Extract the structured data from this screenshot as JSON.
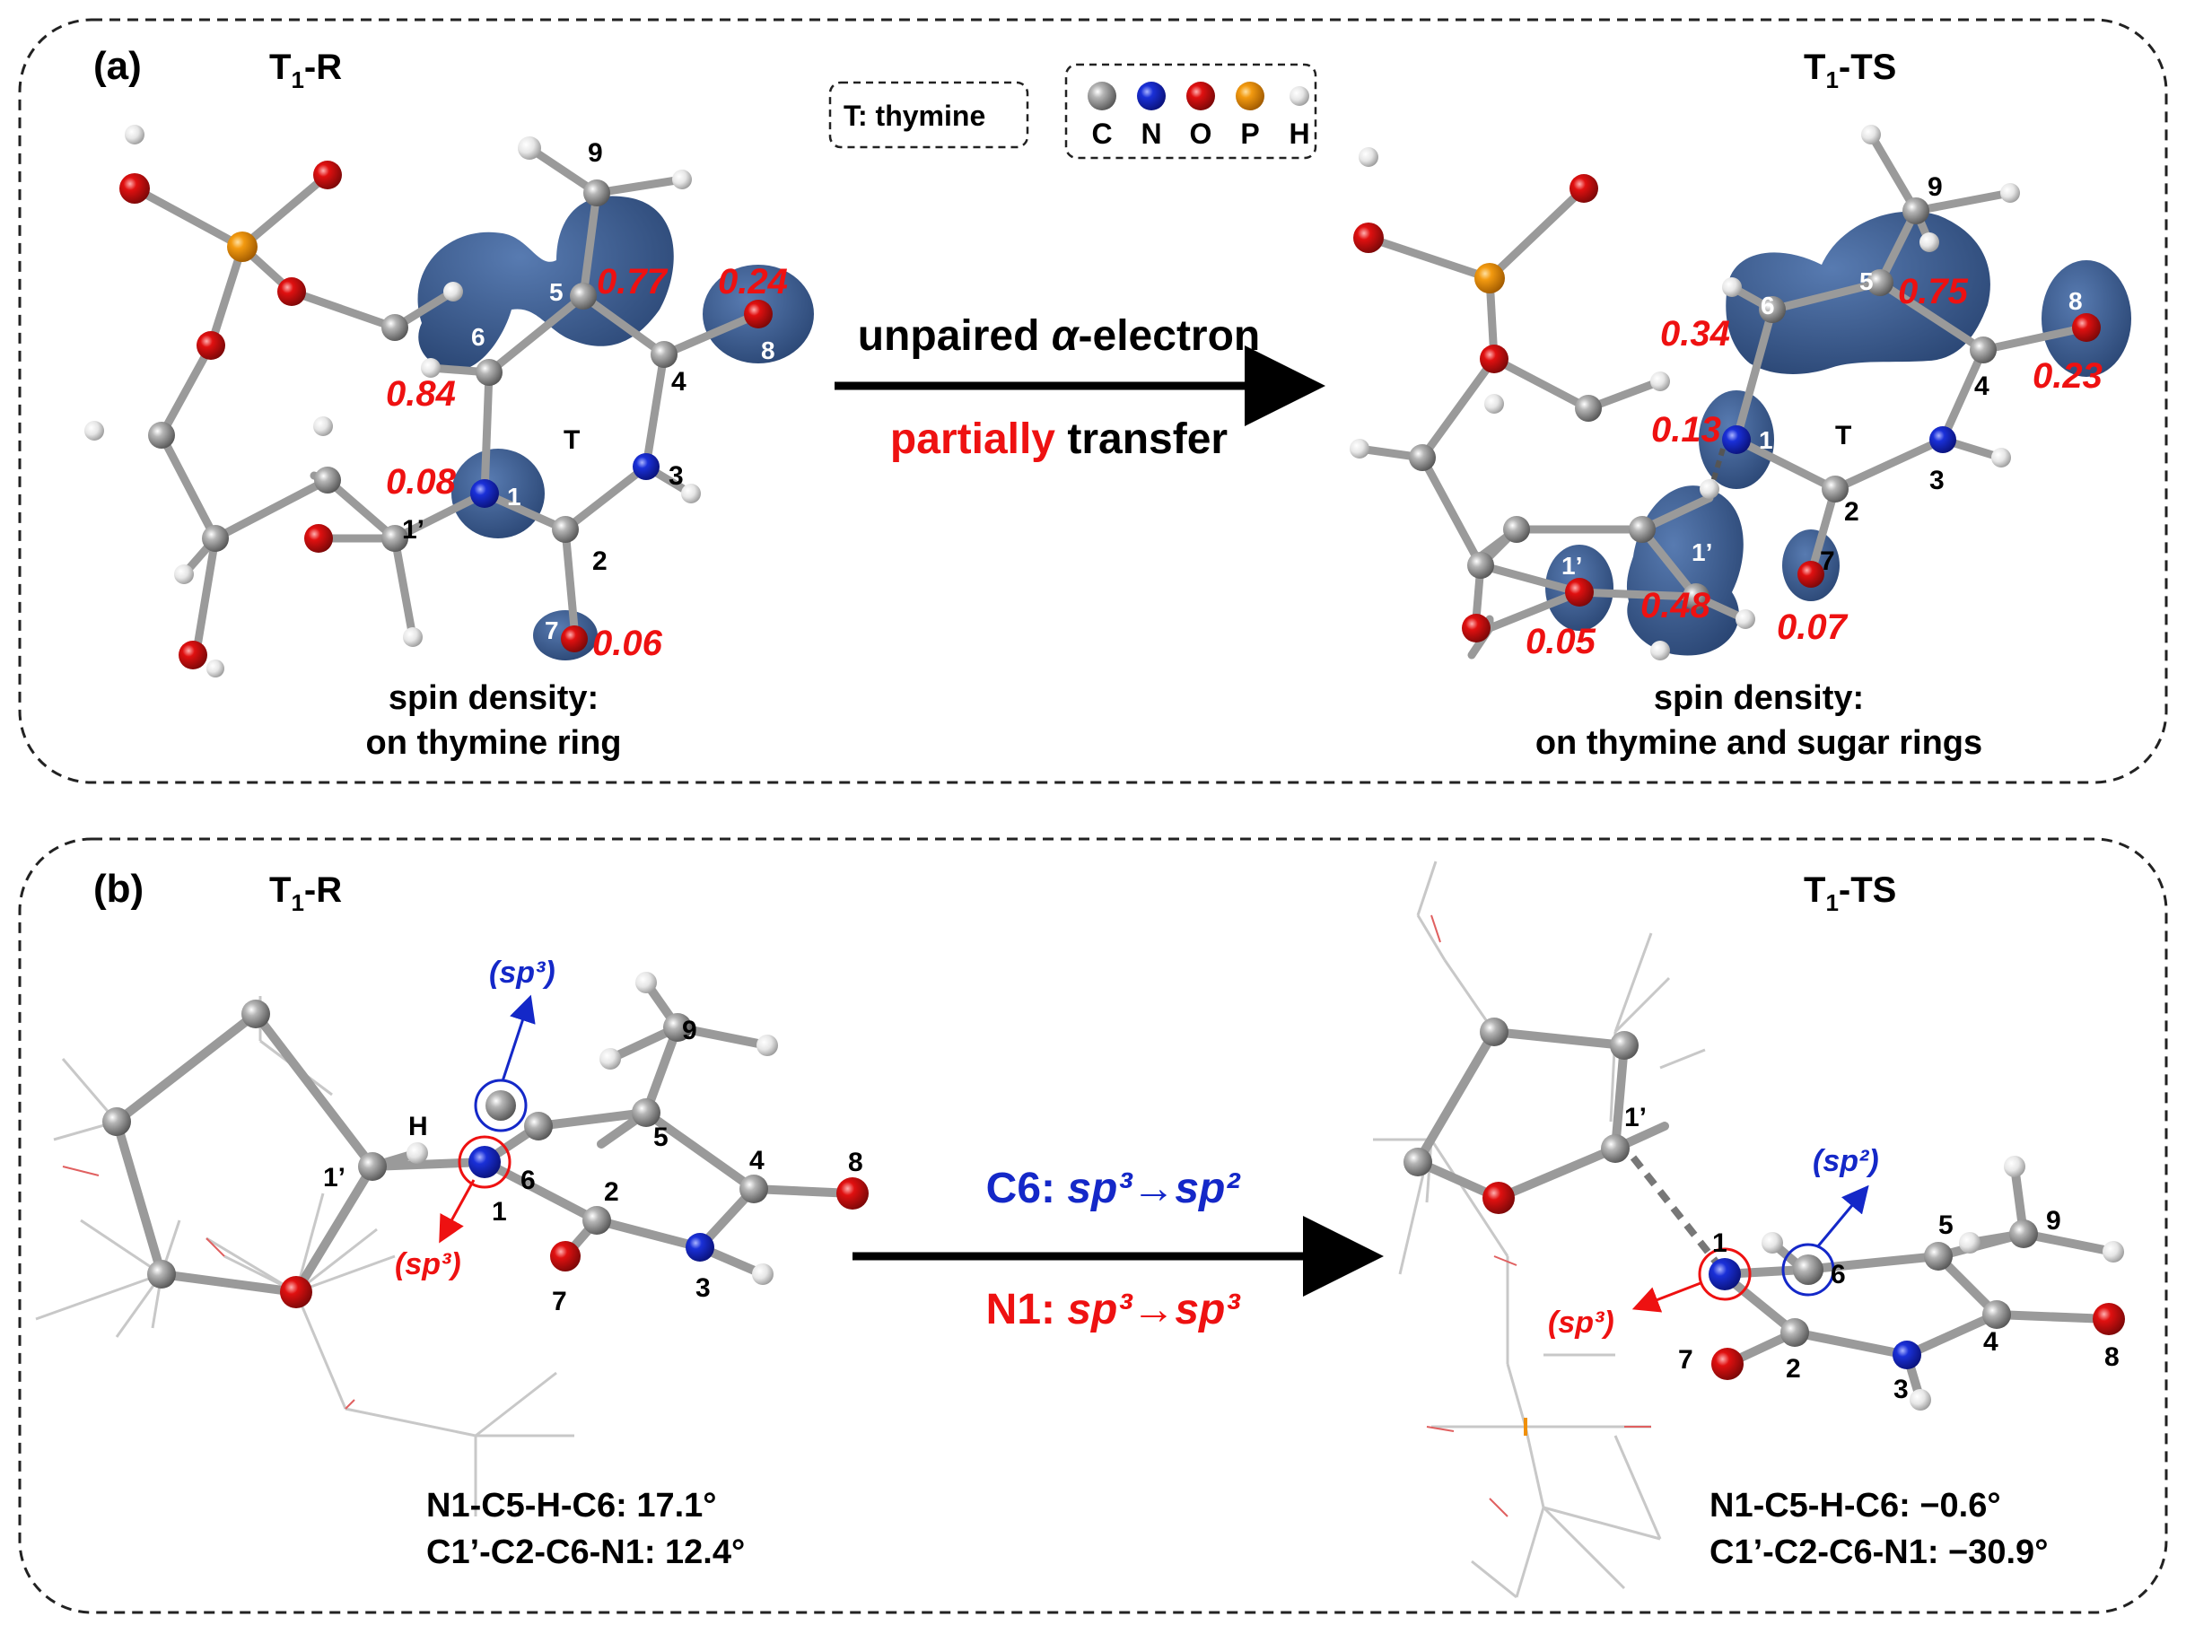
{
  "panel_a": {
    "label": "(a)",
    "left_title": "T",
    "left_title_sub": "1",
    "left_title_suffix": "-R",
    "right_title": "T",
    "right_title_sub": "1",
    "right_title_suffix": "-TS",
    "key_text": "T: thymine",
    "legend": [
      {
        "symbol": "C",
        "color": "#8c8c8c"
      },
      {
        "symbol": "N",
        "color": "#1428c8"
      },
      {
        "symbol": "O",
        "color": "#dd1111"
      },
      {
        "symbol": "P",
        "color": "#f0900a"
      },
      {
        "symbol": "H",
        "color": "#e8e8e8"
      }
    ],
    "arrow_line1": "unpaired α-electron",
    "arrow_line1_prefix": "unpaired ",
    "arrow_line1_greek": "α",
    "arrow_line1_suffix": "-electron",
    "arrow_line2_red": "partially",
    "arrow_line2_black": " transfer",
    "left_caption_line1": "spin density:",
    "left_caption_line2": "on thymine ring",
    "right_caption_line1": "spin density:",
    "right_caption_line2": "on thymine and sugar rings",
    "left_spins": [
      "0.77",
      "0.24",
      "0.84",
      "0.08",
      "0.06"
    ],
    "right_spins": [
      "0.75",
      "0.34",
      "0.23",
      "0.13",
      "0.48",
      "0.05",
      "0.07"
    ],
    "ring_label": "T",
    "left_atom_labels": [
      "9",
      "5",
      "6",
      "4",
      "8",
      "3",
      "1",
      "2",
      "1’",
      "7"
    ],
    "right_atom_labels": [
      "9",
      "5",
      "6",
      "8",
      "4",
      "1",
      "3",
      "2",
      "7",
      "1’",
      "1’"
    ]
  },
  "panel_b": {
    "label": "(b)",
    "left_title": "T",
    "left_title_sub": "1",
    "left_title_suffix": "-R",
    "right_title": "T",
    "right_title_sub": "1",
    "right_title_suffix": "-TS",
    "arrow_line1_prefix": "C6: ",
    "arrow_line1_value": "sp³→sp²",
    "arrow_line2_prefix": "N1: ",
    "arrow_line2_value": "sp³→sp³",
    "left_hyb_c6": "(sp³)",
    "left_hyb_n1": "(sp³)",
    "right_hyb_c6": "(sp²)",
    "right_hyb_n1": "(sp³)",
    "left_angles": [
      "N1-C5-H-C6: 17.1°",
      "C1’-C2-C6-N1: 12.4°"
    ],
    "right_angles": [
      "N1-C5-H-C6: −0.6°",
      "C1’-C2-C6-N1: −30.9°"
    ],
    "left_atom_labels": [
      "9",
      "H",
      "6",
      "5",
      "1’",
      "4",
      "8",
      "1",
      "2",
      "7",
      "3"
    ],
    "right_atom_labels": [
      "1’",
      "9",
      "5",
      "1",
      "6",
      "4",
      "7",
      "2",
      "3",
      "8"
    ]
  },
  "colors": {
    "spin_isosurface": "#2d4f86",
    "spin_text": "#ee1111",
    "sp3_blue": "#1428c8",
    "sp3_red": "#ee1111"
  }
}
